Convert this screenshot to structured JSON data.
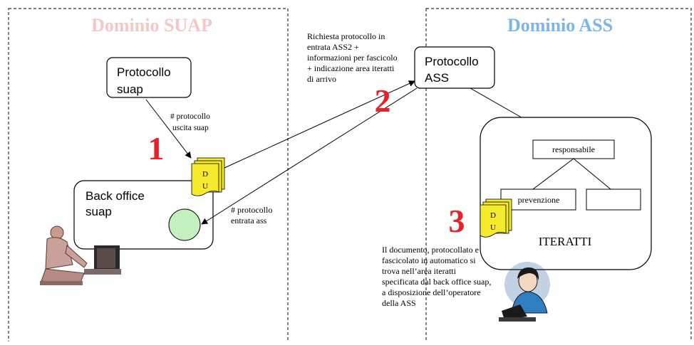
{
  "domains": {
    "left_title": "Dominio SUAP",
    "right_title": "Dominio ASS",
    "left_title_color": "#f4c7c7",
    "right_title_color": "#7cb5e6"
  },
  "nodes": {
    "protocollo_suap": [
      "Protocollo",
      "suap"
    ],
    "back_office": [
      "Back office",
      "suap"
    ],
    "protocollo_ass": [
      "Protocollo",
      "ASS"
    ],
    "responsabile": "responsabile",
    "prevenzione": "prevenzione",
    "iteratti": "ITERATTI",
    "doc_label_top": "D",
    "doc_label_bottom": "U"
  },
  "steps": [
    "1",
    "2",
    "3"
  ],
  "annotations": {
    "protocollo_uscita": [
      "# protocollo",
      "uscita suap"
    ],
    "richiesta": [
      "Richiesta protocollo in",
      "entrata ASS2 +",
      "informazioni per fascicolo",
      "+ indicazione area iteratti",
      "di arrivo"
    ],
    "protocollo_entrata": [
      "# protocollo",
      "entrata ass"
    ],
    "documento": [
      "Il documento, protocollato e",
      "fascicolato in automatico si",
      "trova nell’area iteratti",
      "specificata dal back office suap,",
      "a disposizione dell’operatore",
      "della ASS"
    ]
  },
  "colors": {
    "step_red": "#e8202a",
    "doc_yellow": "#f5ea2c",
    "circle_green": "#c4f0c0"
  }
}
